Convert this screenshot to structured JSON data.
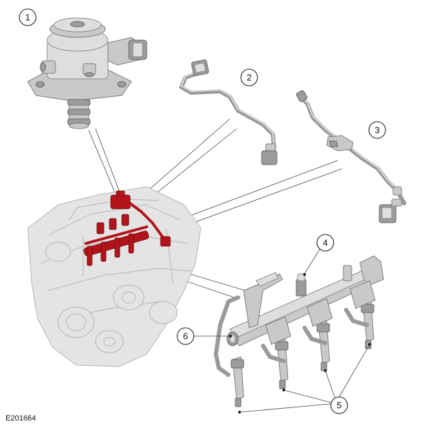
{
  "figure_id": "E201664",
  "callouts": [
    {
      "label": "1"
    },
    {
      "label": "2"
    },
    {
      "label": "3"
    },
    {
      "label": "4"
    },
    {
      "label": "5"
    },
    {
      "label": "6"
    }
  ]
}
